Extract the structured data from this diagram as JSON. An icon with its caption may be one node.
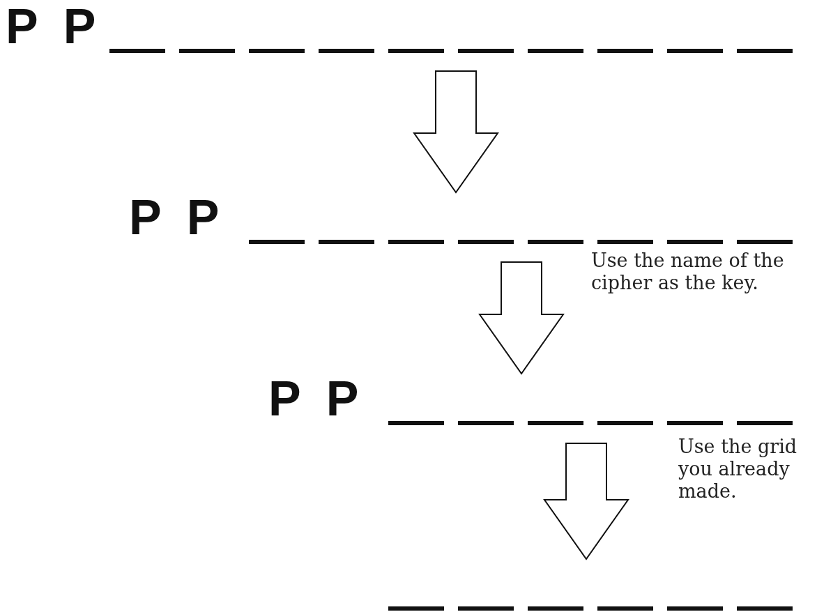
{
  "diagram": {
    "nodes": [
      {
        "text": [
          "P P"
        ]
      },
      {
        "text": [
          "P P"
        ]
      },
      {
        "text": [
          "P P"
        ]
      },
      {
        "text": [],
        "shape": "line"
      }
    ],
    "edges": [
      {
        "from": 0,
        "to": 1,
        "arrow": "to"
      },
      {
        "from": 1,
        "to": 2,
        "arrow": "to",
        "label": "Use the name of the cipher as the key."
      },
      {
        "from": 2,
        "to": 3,
        "arrow": "to",
        "label": "Use the grid you already made."
      }
    ]
  }
}
